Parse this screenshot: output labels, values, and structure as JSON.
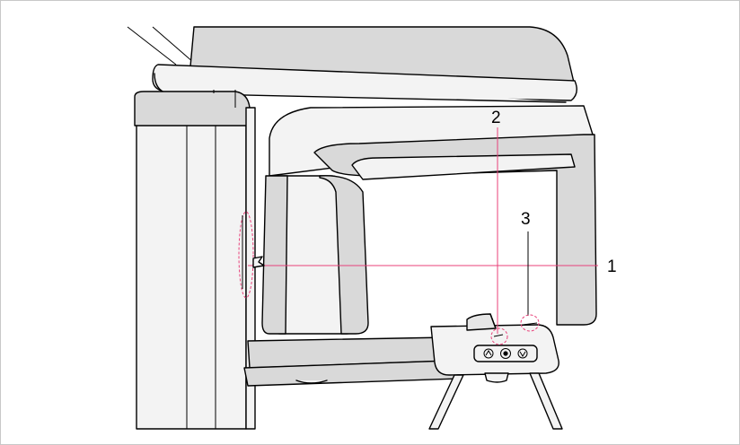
{
  "diagram": {
    "callouts": [
      {
        "id": "1",
        "label": "1"
      },
      {
        "id": "2",
        "label": "2"
      },
      {
        "id": "3",
        "label": "3"
      }
    ],
    "colors": {
      "callout": "#e8417a",
      "device_shade": "#d9d9d9",
      "device_body": "#f3f3f3",
      "frame_border": "#c8c8c8"
    },
    "control_icons": [
      "up-icon",
      "center-target-icon",
      "down-icon"
    ]
  }
}
